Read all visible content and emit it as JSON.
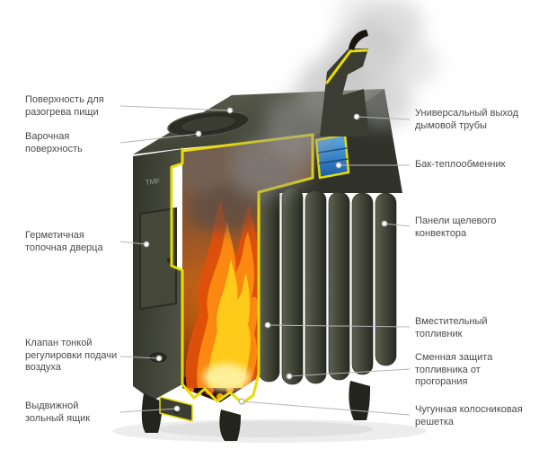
{
  "stove": {
    "brand": "TMF"
  },
  "labels_left": [
    {
      "id": "heating-surface",
      "text": "Поверхность для разогрева пищи"
    },
    {
      "id": "cooking-surface",
      "text": "Варочная поверхность"
    },
    {
      "id": "firebox-door",
      "text": "Герметичная топочная дверца"
    },
    {
      "id": "air-valve",
      "text": "Клапан тонкой регулировки подачи воздуха"
    },
    {
      "id": "ash-box",
      "text": "Выдвижной зольный ящик"
    }
  ],
  "labels_right": [
    {
      "id": "chimney-outlet",
      "text": "Универсальный выход дымовой трубы"
    },
    {
      "id": "heat-exchanger",
      "text": "Бак-теплообменник"
    },
    {
      "id": "convector-panels",
      "text": "Панели щелевого конвектора"
    },
    {
      "id": "firebox",
      "text": "Вместительный топливник"
    },
    {
      "id": "burn-protection",
      "text": "Сменная защита топливника от прогорания"
    },
    {
      "id": "grate",
      "text": "Чугунная колосниковая решетка"
    }
  ],
  "colors": {
    "body": "#40433a",
    "cut_edge": "#e8dd06",
    "flame": "#ff9d00",
    "tank": "#2f7fd4",
    "label_text": "#4b4b4b",
    "leader_line": "#b5b5b5"
  }
}
